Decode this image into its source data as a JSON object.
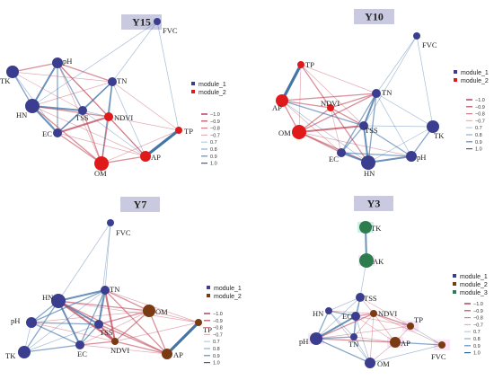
{
  "colors": {
    "module_1": "#3b3d8f",
    "module_2_red": "#e01a1a",
    "module_2_brown": "#7a3a12",
    "module_3": "#2e7d4f",
    "neg_edge": "#c0475a",
    "pos_edge": "#3a6ea5",
    "title_bg": "#c9c9e0"
  },
  "panels": [
    {
      "id": "Y15",
      "title": "Y15",
      "legend": [
        {
          "label": "module_1",
          "color": "#3b3d8f"
        },
        {
          "label": "module_2",
          "color": "#e01a1a"
        }
      ],
      "scale": [
        "−1.0",
        "−0.9",
        "−0.8",
        "−0.7",
        "0.7",
        "0.8",
        "0.9",
        "1.0"
      ],
      "nodes": [
        {
          "label": "FVC",
          "module": 1,
          "size": 4
        },
        {
          "label": "pH",
          "module": 1,
          "size": 6
        },
        {
          "label": "TK",
          "module": 1,
          "size": 7
        },
        {
          "label": "TN",
          "module": 1,
          "size": 5
        },
        {
          "label": "HN",
          "module": 1,
          "size": 8
        },
        {
          "label": "TSS",
          "module": 1,
          "size": 5
        },
        {
          "label": "NDVI",
          "module": 2,
          "size": 5
        },
        {
          "label": "EC",
          "module": 1,
          "size": 5
        },
        {
          "label": "TP",
          "module": 2,
          "size": 4
        },
        {
          "label": "AP",
          "module": 2,
          "size": 6
        },
        {
          "label": "OM",
          "module": 2,
          "size": 8
        }
      ]
    },
    {
      "id": "Y10",
      "title": "Y10",
      "legend": [
        {
          "label": "module_1",
          "color": "#3b3d8f"
        },
        {
          "label": "module_2",
          "color": "#e01a1a"
        }
      ],
      "scale": [
        "−1.0",
        "−0.9",
        "−0.8",
        "−0.7",
        "0.7",
        "0.8",
        "0.9",
        "1.0"
      ],
      "nodes": [
        {
          "label": "FVC",
          "module": 1,
          "size": 4
        },
        {
          "label": "TP",
          "module": 2,
          "size": 4
        },
        {
          "label": "TN",
          "module": 1,
          "size": 5
        },
        {
          "label": "NDVI",
          "module": 2,
          "size": 4
        },
        {
          "label": "AP",
          "module": 2,
          "size": 7
        },
        {
          "label": "TSS",
          "module": 1,
          "size": 5
        },
        {
          "label": "TK",
          "module": 1,
          "size": 7
        },
        {
          "label": "OM",
          "module": 2,
          "size": 8
        },
        {
          "label": "EC",
          "module": 1,
          "size": 5
        },
        {
          "label": "pH",
          "module": 1,
          "size": 6
        },
        {
          "label": "HN",
          "module": 1,
          "size": 8
        }
      ]
    },
    {
      "id": "Y7",
      "title": "Y7",
      "legend": [
        {
          "label": "module_1",
          "color": "#3b3d8f"
        },
        {
          "label": "module_2",
          "color": "#7a3a12"
        }
      ],
      "scale": [
        "−1.0",
        "−0.9",
        "−0.8",
        "−0.7",
        "0.7",
        "0.8",
        "0.9",
        "1.0"
      ],
      "nodes": [
        {
          "label": "FVC",
          "module": 1,
          "size": 4
        },
        {
          "label": "HN",
          "module": 1,
          "size": 8
        },
        {
          "label": "TN",
          "module": 1,
          "size": 5
        },
        {
          "label": "OM",
          "module": 2,
          "size": 7
        },
        {
          "label": "pH",
          "module": 1,
          "size": 6
        },
        {
          "label": "TSS",
          "module": 1,
          "size": 5
        },
        {
          "label": "TP",
          "module": 2,
          "size": 4
        },
        {
          "label": "TK",
          "module": 1,
          "size": 7
        },
        {
          "label": "EC",
          "module": 1,
          "size": 5
        },
        {
          "label": "NDVI",
          "module": 2,
          "size": 4
        },
        {
          "label": "AP",
          "module": 2,
          "size": 6
        }
      ]
    },
    {
      "id": "Y3",
      "title": "Y3",
      "legend": [
        {
          "label": "module_1",
          "color": "#3b3d8f"
        },
        {
          "label": "module_2",
          "color": "#7a3a12"
        },
        {
          "label": "module_3",
          "color": "#2e7d4f"
        }
      ],
      "scale": [
        "−1.0",
        "−0.9",
        "−0.8",
        "−0.7",
        "0.7",
        "0.8",
        "0.9",
        "1.0"
      ],
      "nodes": [
        {
          "label": "TK",
          "module": 3,
          "size": 7
        },
        {
          "label": "AK",
          "module": 3,
          "size": 8
        },
        {
          "label": "TSS",
          "module": 1,
          "size": 5
        },
        {
          "label": "HN",
          "module": 1,
          "size": 4
        },
        {
          "label": "EC",
          "module": 1,
          "size": 5
        },
        {
          "label": "NDVI",
          "module": 2,
          "size": 4
        },
        {
          "label": "TP",
          "module": 2,
          "size": 4
        },
        {
          "label": "pH",
          "module": 1,
          "size": 7
        },
        {
          "label": "TN",
          "module": 1,
          "size": 4
        },
        {
          "label": "AP",
          "module": 2,
          "size": 6
        },
        {
          "label": "FVC",
          "module": 2,
          "size": 4
        },
        {
          "label": "OM",
          "module": 1,
          "size": 6
        }
      ]
    }
  ]
}
